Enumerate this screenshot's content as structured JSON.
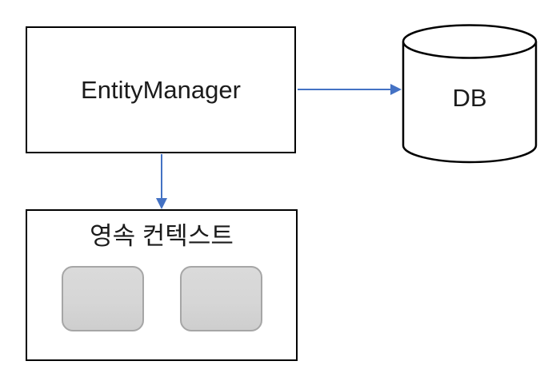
{
  "diagram": {
    "nodes": {
      "entity_manager": {
        "label": "EntityManager",
        "shape": "rectangle"
      },
      "db": {
        "label": "DB",
        "shape": "cylinder"
      },
      "persistence_context": {
        "label": "영속 컨텍스트",
        "shape": "rectangle",
        "placeholder_count": 2
      }
    },
    "edges": [
      {
        "from": "entity_manager",
        "to": "db",
        "direction": "right"
      },
      {
        "from": "entity_manager",
        "to": "persistence_context",
        "direction": "down"
      }
    ],
    "colors": {
      "arrow": "#4472C4",
      "shape_border": "#000000",
      "placeholder_fill": "#D6D6D6",
      "placeholder_border": "#A6A6A6",
      "background": "#FFFFFF"
    }
  }
}
